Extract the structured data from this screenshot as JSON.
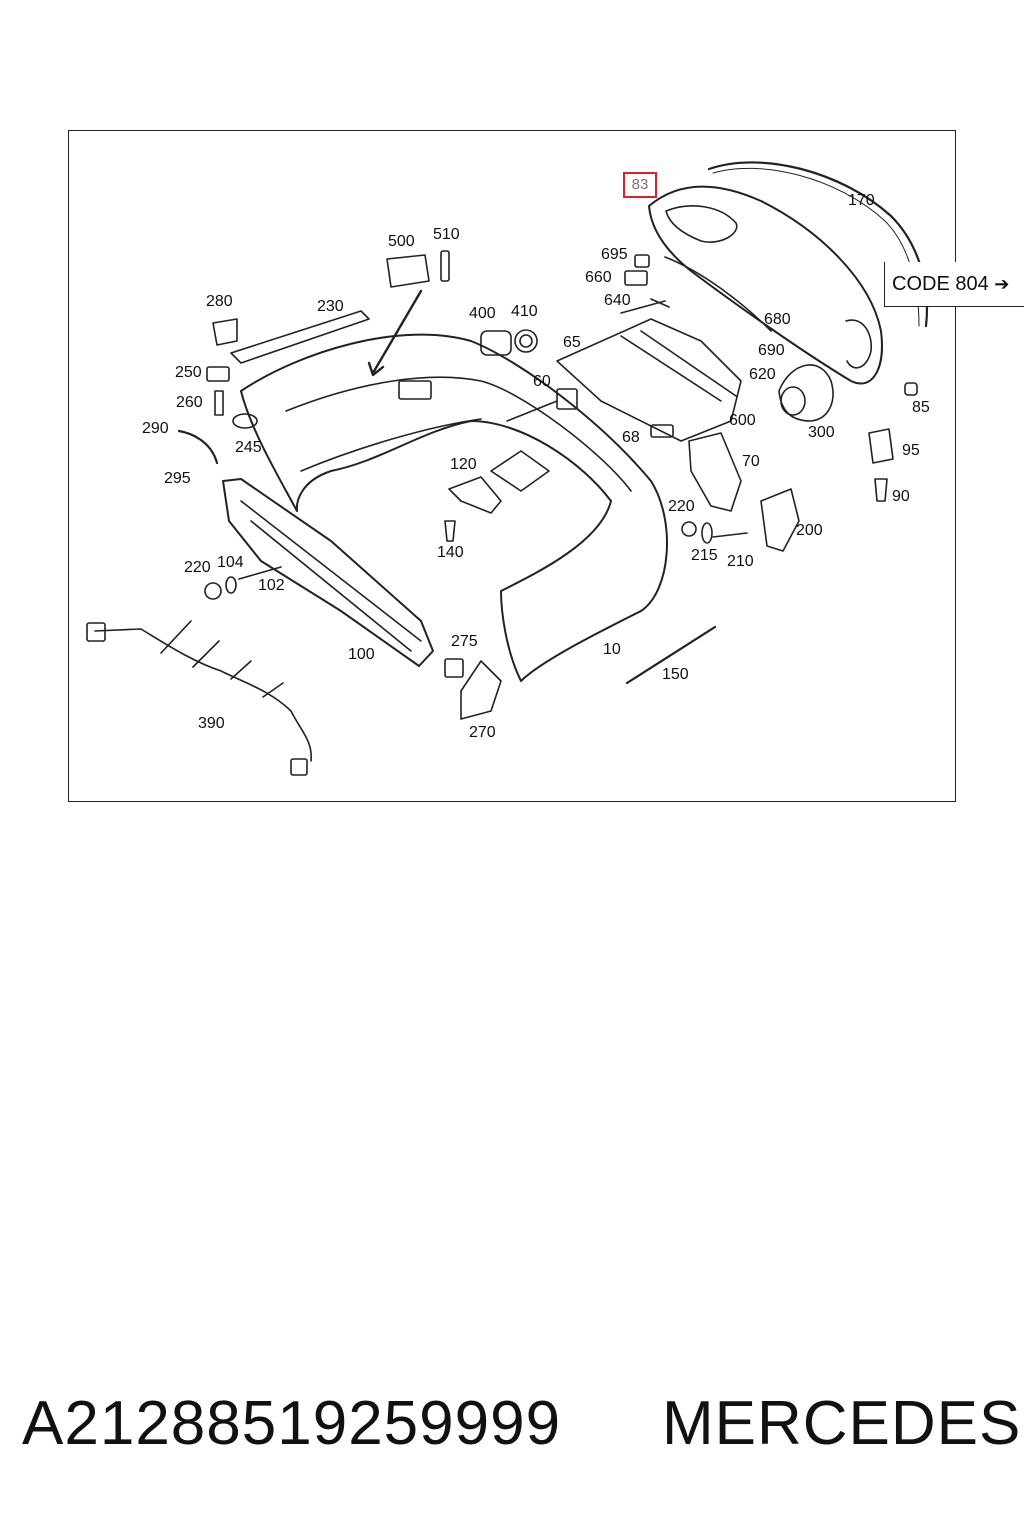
{
  "diagram": {
    "code_label": "CODE 804",
    "highlighted_label": "83",
    "labels": {
      "l170": "170",
      "l500": "500",
      "l510": "510",
      "l695": "695",
      "l660": "660",
      "l640": "640",
      "l680": "680",
      "l690": "690",
      "l620": "620",
      "l280": "280",
      "l230": "230",
      "l400": "400",
      "l410": "410",
      "l65": "65",
      "l250": "250",
      "l60": "60",
      "l260": "260",
      "l600": "600",
      "l85": "85",
      "l300": "300",
      "l290": "290",
      "l245": "245",
      "l68": "68",
      "l95": "95",
      "l295": "295",
      "l120": "120",
      "l70": "70",
      "l90": "90",
      "l220a": "220",
      "l200": "200",
      "l140": "140",
      "l215": "215",
      "l210": "210",
      "l220b": "220",
      "l104": "104",
      "l102": "102",
      "l275": "275",
      "l10": "10",
      "l100": "100",
      "l150": "150",
      "l390": "390",
      "l270": "270"
    }
  },
  "footer": {
    "part_number": "A21288519259999",
    "brand": "MERCEDES"
  }
}
